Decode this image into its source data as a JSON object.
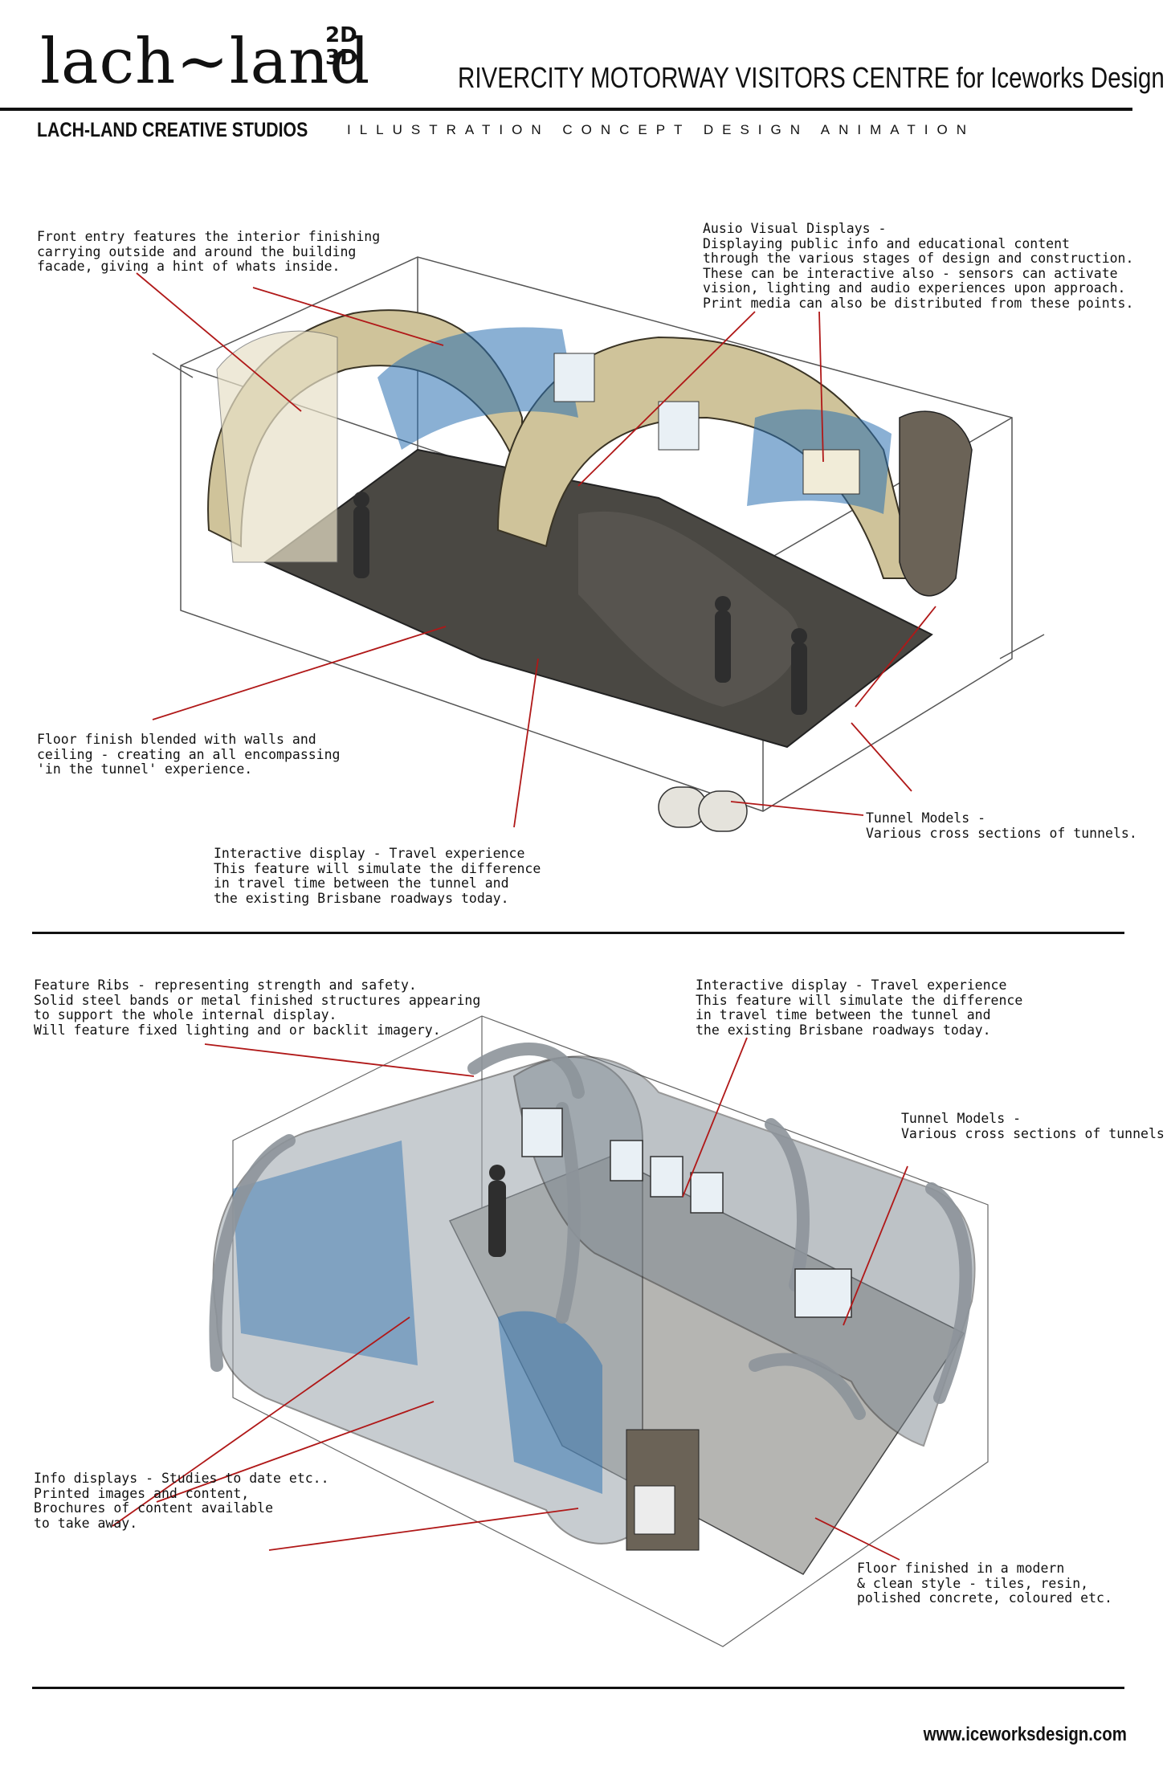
{
  "header": {
    "logo": "lach~land",
    "logo_2d": "2D",
    "logo_3d": "3D",
    "project_title": "RIVERCITY MOTORWAY VISITORS CENTRE  for Iceworks Design",
    "studio_name": "LACH-LAND CREATIVE STUDIOS",
    "studio_tagline": "ILLUSTRATION CONCEPT DESIGN ANIMATION"
  },
  "top_sketch": {
    "notes": {
      "front_entry": "Front entry features the interior finishing\ncarrying outside and around the building\nfacade, giving a hint of whats inside.",
      "av_displays": "Ausio Visual Displays -\nDisplaying public info and educational content\nthrough the various stages of design and construction.\nThese can be interactive also - sensors can activate\nvision, lighting and audio experiences upon approach.\nPrint media can also be distributed from these points.",
      "floor_finish": "Floor finish blended with walls and\nceiling - creating an all encompassing\n'in the tunnel' experience.",
      "tunnel_models": "Tunnel Models -\nVarious cross sections of tunnels.",
      "interactive_display": "Interactive display - Travel experience\nThis feature will simulate the difference\nin travel time between the tunnel and\nthe existing Brisbane roadways today."
    }
  },
  "bottom_sketch": {
    "notes": {
      "feature_ribs": "Feature Ribs - representing strength and safety.\nSolid steel bands or metal finished structures appearing\nto support the whole internal display.\nWill feature fixed lighting and or backlit imagery.",
      "interactive_display": "Interactive display - Travel experience\nThis feature will simulate the difference\nin travel time between the tunnel and\nthe existing Brisbane roadways today.",
      "tunnel_models": "Tunnel Models -\nVarious cross sections of tunnels.",
      "info_displays": "Info displays - Studies to date etc..\nPrinted images and content,\nBrochures of content available\nto take away.",
      "floor_finished": "Floor finished in a modern\n& clean style - tiles, resin,\npolished concrete, coloured etc."
    }
  },
  "footer": {
    "url": "www.iceworksdesign.com"
  },
  "colors": {
    "leader_line": "#b01818",
    "ink": "#111111",
    "tunnel_blue": "#2a6fb0",
    "rib_gold": "#c9b77a",
    "steel": "#8d949a"
  }
}
